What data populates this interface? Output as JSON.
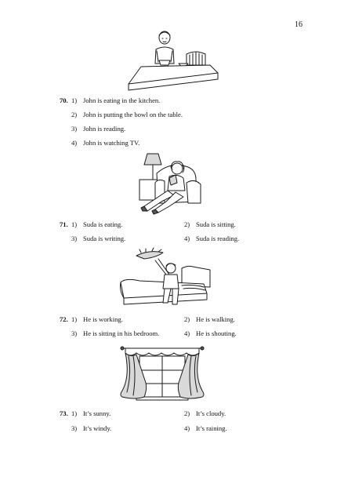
{
  "page": {
    "number": "16"
  },
  "questions": [
    {
      "number": "70.",
      "illustration": "boy-at-table",
      "options": [
        {
          "num": "1)",
          "text": "John is eating in the kitchen."
        },
        {
          "num": "2)",
          "text": "John is putting the bowl on the table."
        },
        {
          "num": "3)",
          "text": "John is reading."
        },
        {
          "num": "4)",
          "text": "John is watching TV."
        }
      ]
    },
    {
      "number": "71.",
      "illustration": "woman-in-armchair",
      "options": [
        {
          "num": "1)",
          "text": "Suda is eating."
        },
        {
          "num": "2)",
          "text": "Suda is sitting."
        },
        {
          "num": "3)",
          "text": "Suda is writing."
        },
        {
          "num": "4)",
          "text": "Suda is reading."
        }
      ]
    },
    {
      "number": "72.",
      "illustration": "man-on-bed",
      "options": [
        {
          "num": "1)",
          "text": "He is working."
        },
        {
          "num": "2)",
          "text": "He is walking."
        },
        {
          "num": "3)",
          "text": "He is sitting in his bedroom."
        },
        {
          "num": "4)",
          "text": "He is shouting."
        }
      ]
    },
    {
      "number": "73.",
      "illustration": "window-with-curtains",
      "options": [
        {
          "num": "1)",
          "text": "It’s sunny."
        },
        {
          "num": "2)",
          "text": "It’s cloudy."
        },
        {
          "num": "3)",
          "text": "It’s windy."
        },
        {
          "num": "4)",
          "text": "It’s raining."
        }
      ]
    }
  ]
}
